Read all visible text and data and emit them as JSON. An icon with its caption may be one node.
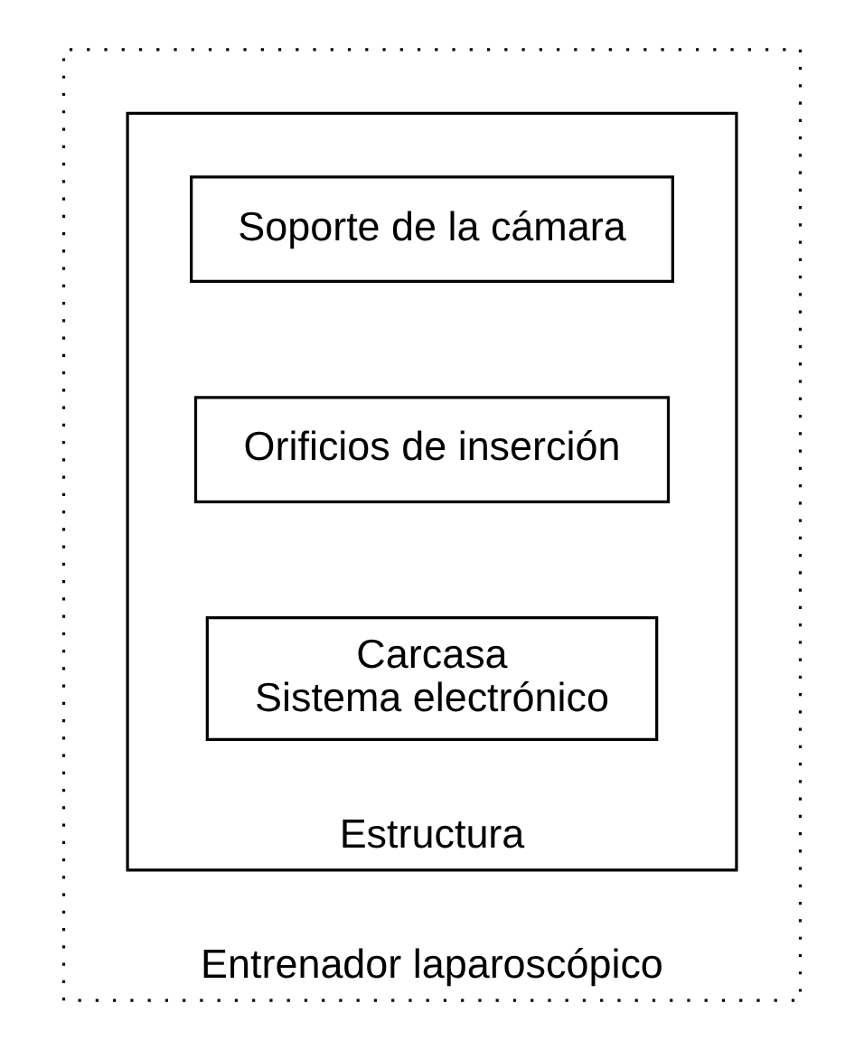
{
  "diagram": {
    "nodes": [
      {
        "text": [
          "Entrenador laparoscópico"
        ]
      },
      {
        "text": [
          "Estructura"
        ],
        "in": 0
      },
      {
        "text": [
          "Soporte de la cámara"
        ],
        "in": 1
      },
      {
        "text": [
          "Orificios de inserción"
        ],
        "in": 1
      },
      {
        "text": [
          "Carcasa",
          "Sistema electrónico"
        ],
        "in": 1
      }
    ]
  }
}
